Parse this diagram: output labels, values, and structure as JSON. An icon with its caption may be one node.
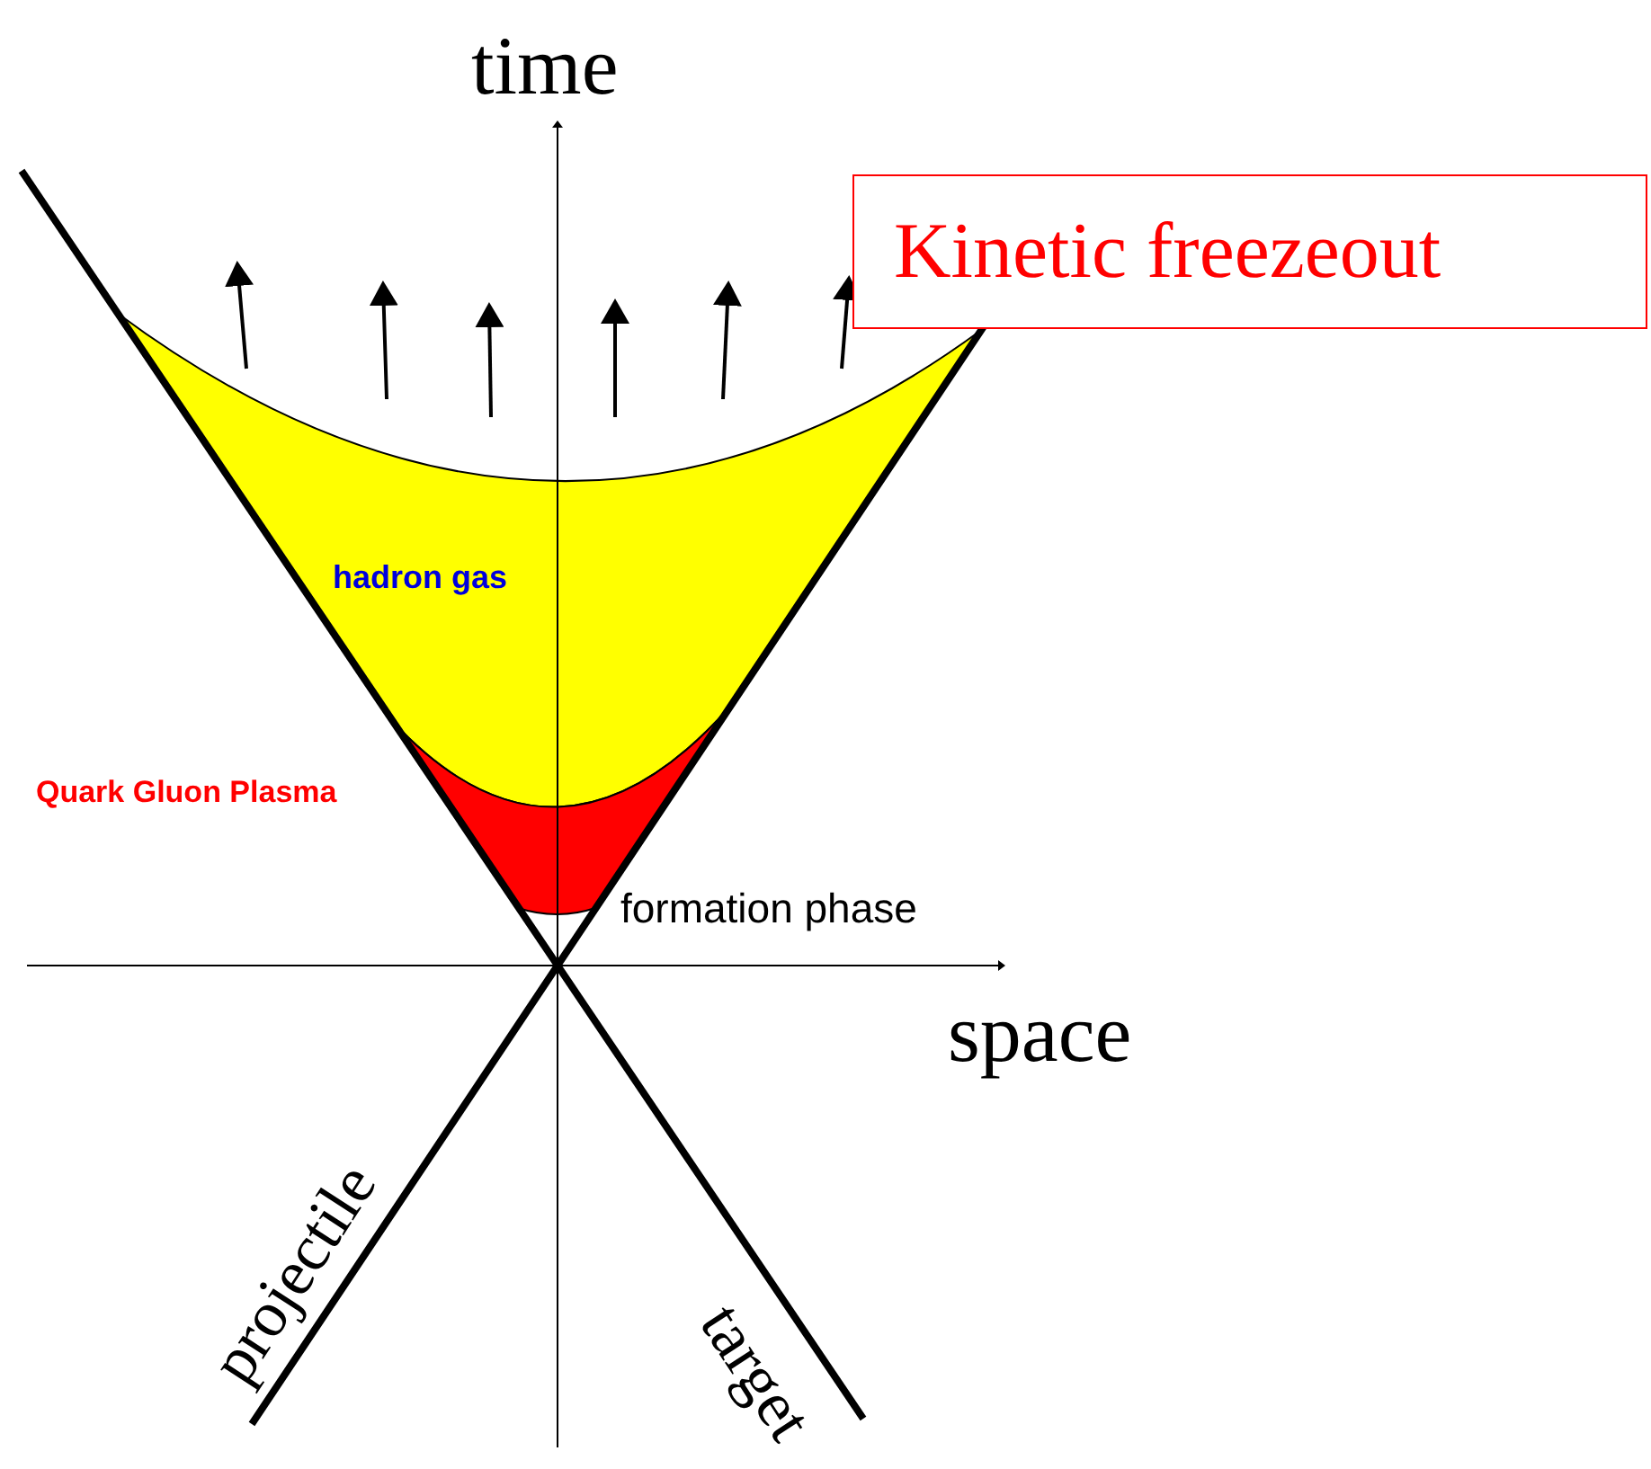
{
  "diagram": {
    "nodes": [
      {
        "text": [
          "Kinetic freezeout"
        ]
      }
    ],
    "labels": [
      "time",
      "hadron gas",
      "Quark Gluon Plasma",
      "formation phase",
      "space",
      "projectile",
      "target"
    ]
  }
}
